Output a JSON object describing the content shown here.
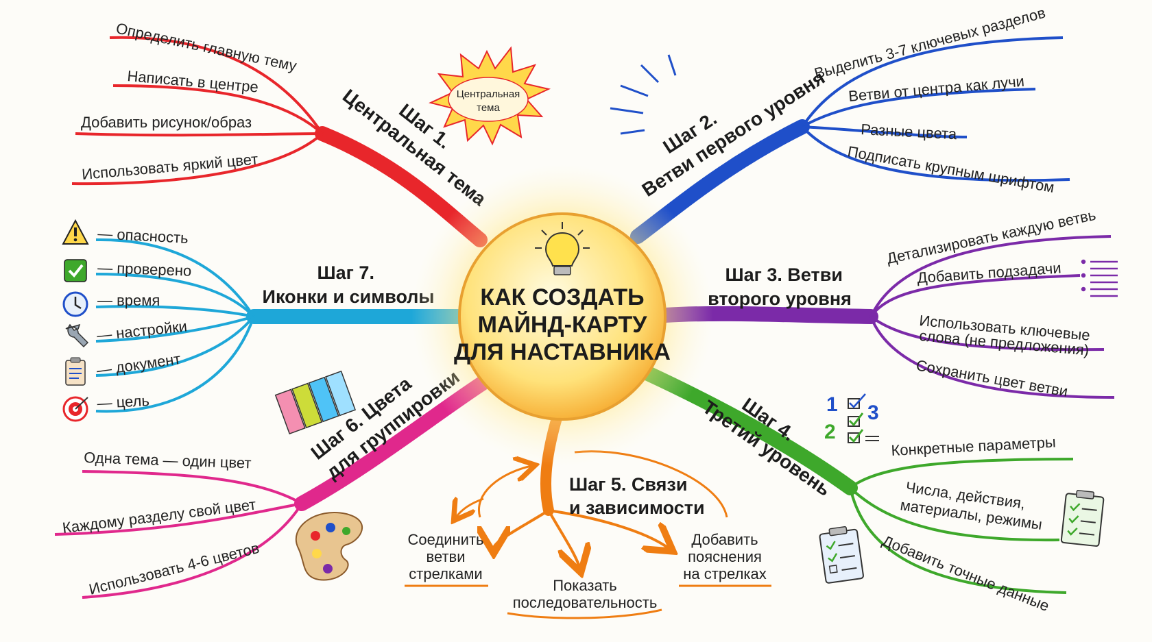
{
  "center": {
    "line1": "КАК СОЗДАТЬ",
    "line2": "МАЙНД-КАРТУ",
    "line3": "ДЛЯ НАСТАВНИКА",
    "icon": "lightbulb-icon"
  },
  "steps": {
    "s1": {
      "title1": "Шаг 1.",
      "title2": "Центральная тема",
      "burst1": "Центральная",
      "burst2": "тема",
      "color": "#e8262b",
      "items": [
        "Определить главную тему",
        "Написать в центре",
        "Добавить рисунок/образ",
        "Использовать яркий цвет"
      ]
    },
    "s2": {
      "title1": "Шаг 2.",
      "title2": "Ветви первого уровня",
      "color": "#1f4fc9",
      "items": [
        "Выделить 3-7 ключевых разделов",
        "Ветви от центра как лучи",
        "Разные цвета",
        "Подписать крупным шрифтом"
      ]
    },
    "s3": {
      "title1": "Шаг 3. Ветви",
      "title2": "второго уровня",
      "color": "#7b2aa8",
      "items": [
        "Детализировать каждую ветвь",
        "Добавить подзадачи",
        "Использовать ключевые",
        "слова (не предложения)",
        "Сохранить цвет ветви"
      ]
    },
    "s4": {
      "title1": "Шаг 4.",
      "title2": "Третий уровень",
      "color": "#3ea82b",
      "items": [
        "Конкретные параметры",
        "Числа, действия,",
        "материалы, режимы",
        "Добавить точные данные"
      ],
      "numbers": [
        "1",
        "2",
        "3"
      ]
    },
    "s5": {
      "title1": "Шаг 5. Связи",
      "title2": "и зависимости",
      "color": "#ef7d12",
      "left1": "Соединить",
      "left2": "ветви",
      "left3": "стрелками",
      "mid1": "Показать",
      "mid2": "последовательность",
      "right1": "Добавить",
      "right2": "пояснения",
      "right3": "на стрелках"
    },
    "s6": {
      "title1": "Шаг 6. Цвета",
      "title2": "для группировки",
      "color": "#e0288c",
      "items": [
        "Одна тема — один цвет",
        "Каждому разделу свой цвет",
        "Использовать 4-6 цветов"
      ]
    },
    "s7": {
      "title1": "Шаг 7.",
      "title2": "Иконки и символы",
      "color": "#1ea7d8",
      "items": [
        {
          "icon": "warning-icon",
          "label": "— опасность"
        },
        {
          "icon": "checkmark-icon",
          "label": "— проверено"
        },
        {
          "icon": "clock-icon",
          "label": "— время"
        },
        {
          "icon": "wrench-icon",
          "label": "— настройки"
        },
        {
          "icon": "clipboard-icon",
          "label": "— документ"
        },
        {
          "icon": "target-icon",
          "label": "— цель"
        }
      ]
    }
  }
}
